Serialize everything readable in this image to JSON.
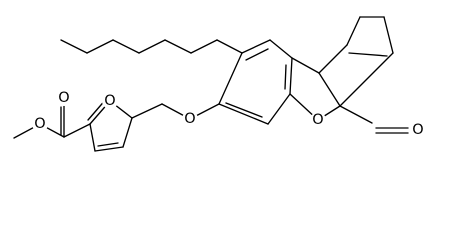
{
  "structure": {
    "atoms": {
      "ester_carbonyl_oxygen": "O",
      "ester_single_oxygen": "O",
      "furan_oxygen": "O",
      "ether_oxygen": "O",
      "lactone_ring_oxygen": "O",
      "lactone_carbonyl_oxygen": "O"
    }
  }
}
